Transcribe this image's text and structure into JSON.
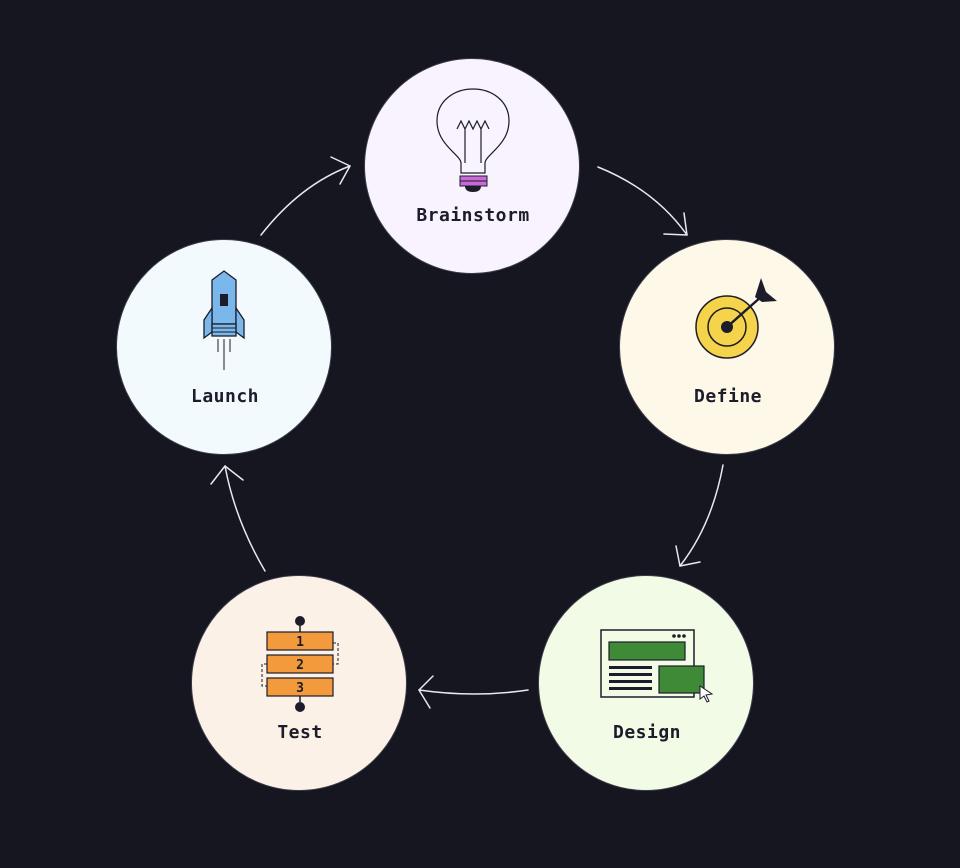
{
  "diagram": {
    "background": "#161620",
    "stages": [
      {
        "id": "brainstorm",
        "label": "Brainstorm",
        "icon": "lightbulb-icon",
        "fill": "#f8f3fc"
      },
      {
        "id": "define",
        "label": "Define",
        "icon": "target-icon",
        "fill": "#fdf8e8"
      },
      {
        "id": "design",
        "label": "Design",
        "icon": "web-layout-icon",
        "fill": "#f2fbe6"
      },
      {
        "id": "test",
        "label": "Test",
        "icon": "test-steps-icon",
        "fill": "#fbf1e6"
      },
      {
        "id": "launch",
        "label": "Launch",
        "icon": "rocket-icon",
        "fill": "#f3fafe"
      }
    ],
    "test_steps": [
      "1",
      "2",
      "3"
    ],
    "flow": "clockwise cycle",
    "colors": {
      "bulb_base": "#c96ad8",
      "target": "#f5d34a",
      "design_green": "#3e8a36",
      "test_orange": "#f29a3c",
      "rocket_blue": "#7ab8ec",
      "ink": "#1c1c2a"
    }
  }
}
